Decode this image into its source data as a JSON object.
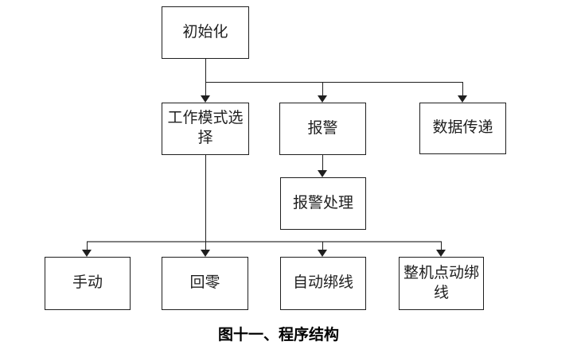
{
  "figure": {
    "caption": "图十一、程序结构"
  },
  "diagram": {
    "type": "flowchart",
    "nodes": {
      "init": {
        "label": "初始化"
      },
      "mode_select": {
        "label": "工作模式选择"
      },
      "alarm": {
        "label": "报警"
      },
      "data_transfer": {
        "label": "数据传递"
      },
      "alarm_handling": {
        "label": "报警处理"
      },
      "manual": {
        "label": "手动"
      },
      "return_zero": {
        "label": "回零"
      },
      "auto_binding": {
        "label": "自动绑线"
      },
      "whole_machine_jog_binding": {
        "label": "整机点动绑线"
      }
    },
    "edges": [
      {
        "from": "init",
        "to": "mode_select"
      },
      {
        "from": "init",
        "to": "alarm"
      },
      {
        "from": "init",
        "to": "data_transfer"
      },
      {
        "from": "alarm",
        "to": "alarm_handling"
      },
      {
        "from": "mode_select",
        "to": "manual"
      },
      {
        "from": "mode_select",
        "to": "return_zero"
      },
      {
        "from": "mode_select",
        "to": "auto_binding"
      },
      {
        "from": "mode_select",
        "to": "whole_machine_jog_binding"
      }
    ],
    "colors": {
      "line_primary": "#1f1f1f",
      "line_secondary": "#808080",
      "box_border": "#1f1f1f",
      "background": "#ffffff",
      "text": "#1f1f1f"
    }
  }
}
